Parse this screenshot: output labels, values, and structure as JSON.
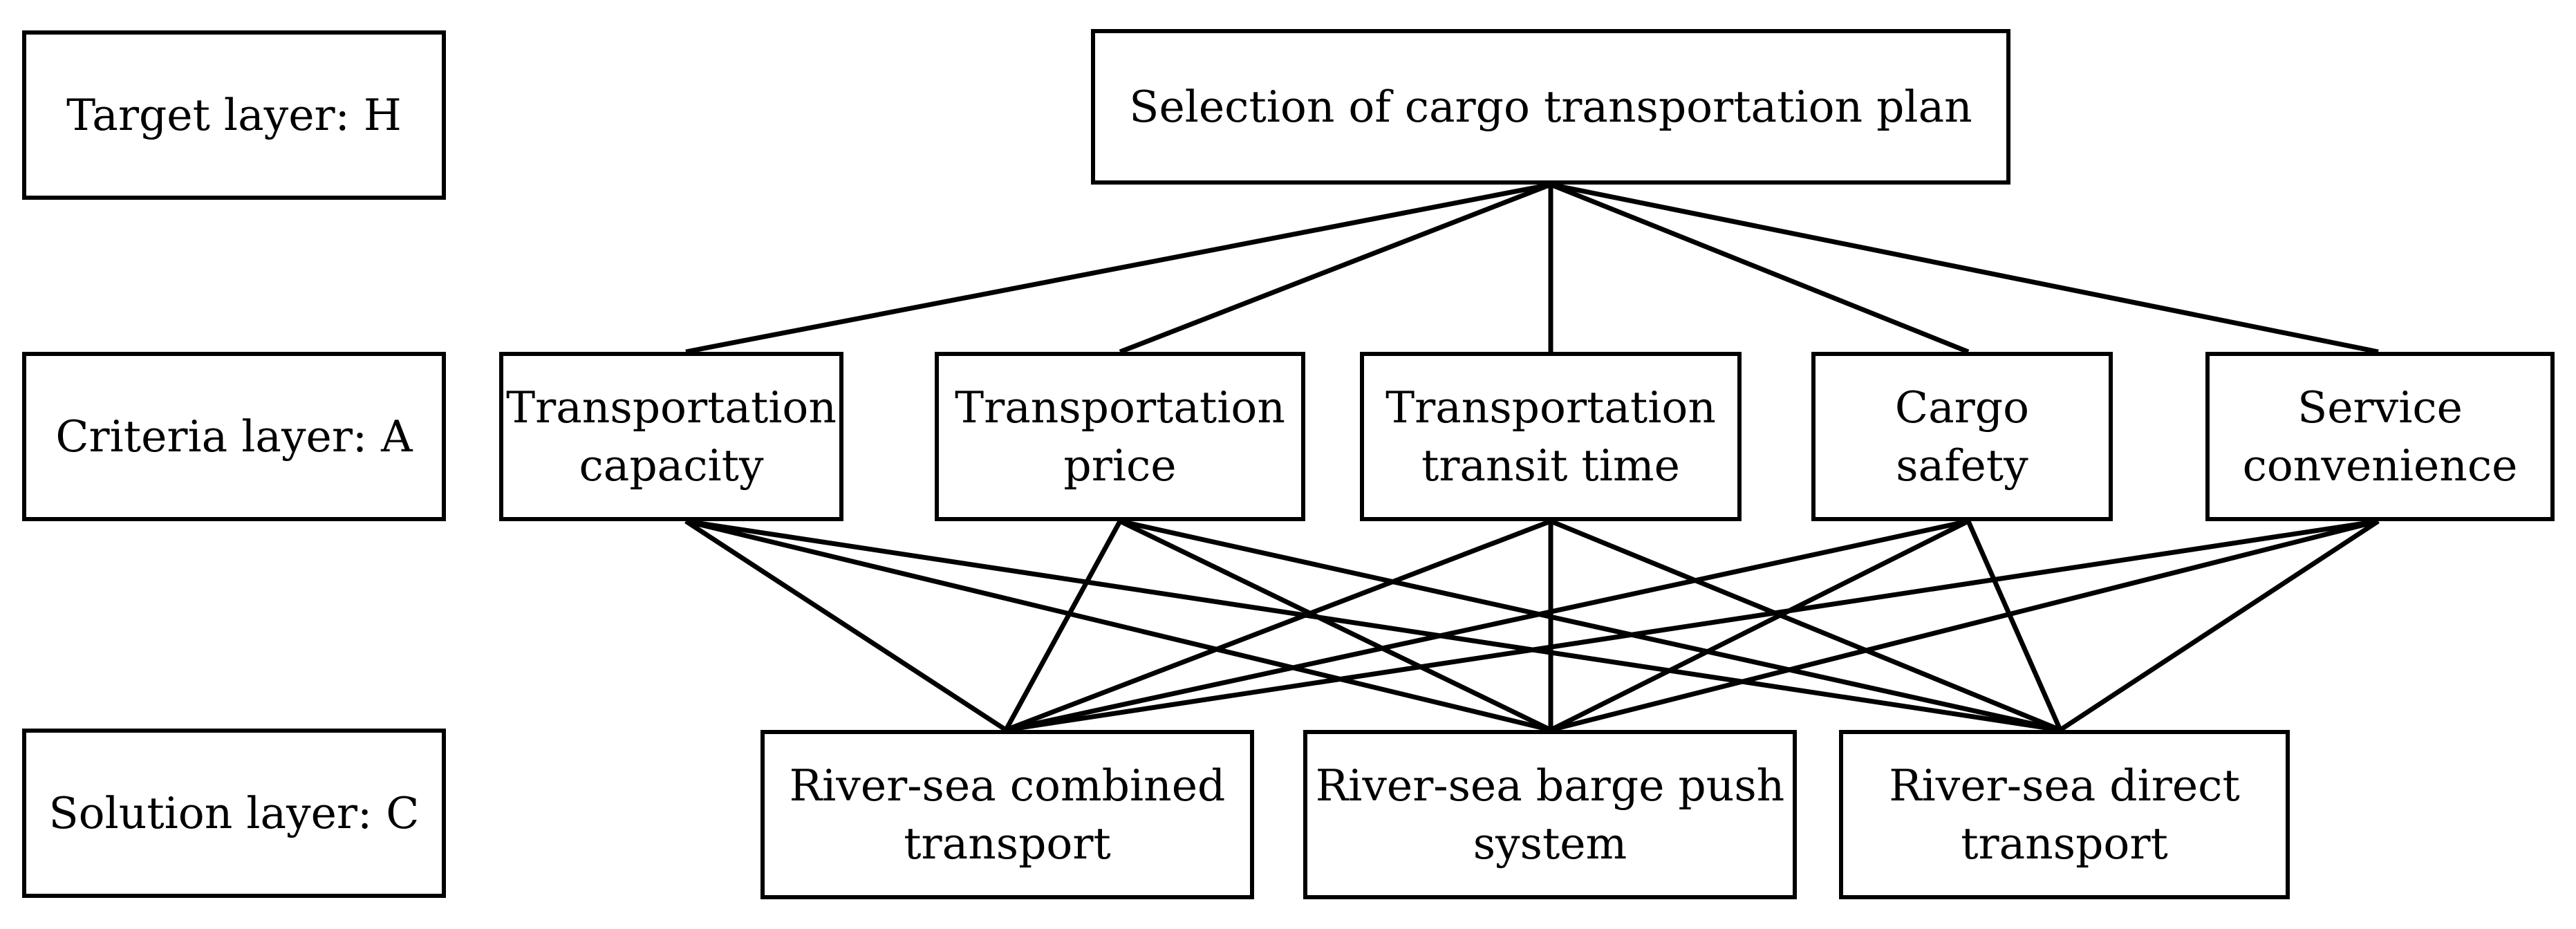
{
  "layers": {
    "target": "Target layer: H",
    "criteria": "Criteria layer: A",
    "solution": "Solution layer: C"
  },
  "goal": "Selection of cargo transportation plan",
  "criteria": [
    "Transportation\ncapacity",
    "Transportation\nprice",
    "Transportation\ntransit time",
    "Cargo safety",
    "Service\nconvenience"
  ],
  "solutions": [
    "River-sea combined\ntransport",
    "River-sea barge push\nsystem",
    "River-sea direct\ntransport"
  ]
}
